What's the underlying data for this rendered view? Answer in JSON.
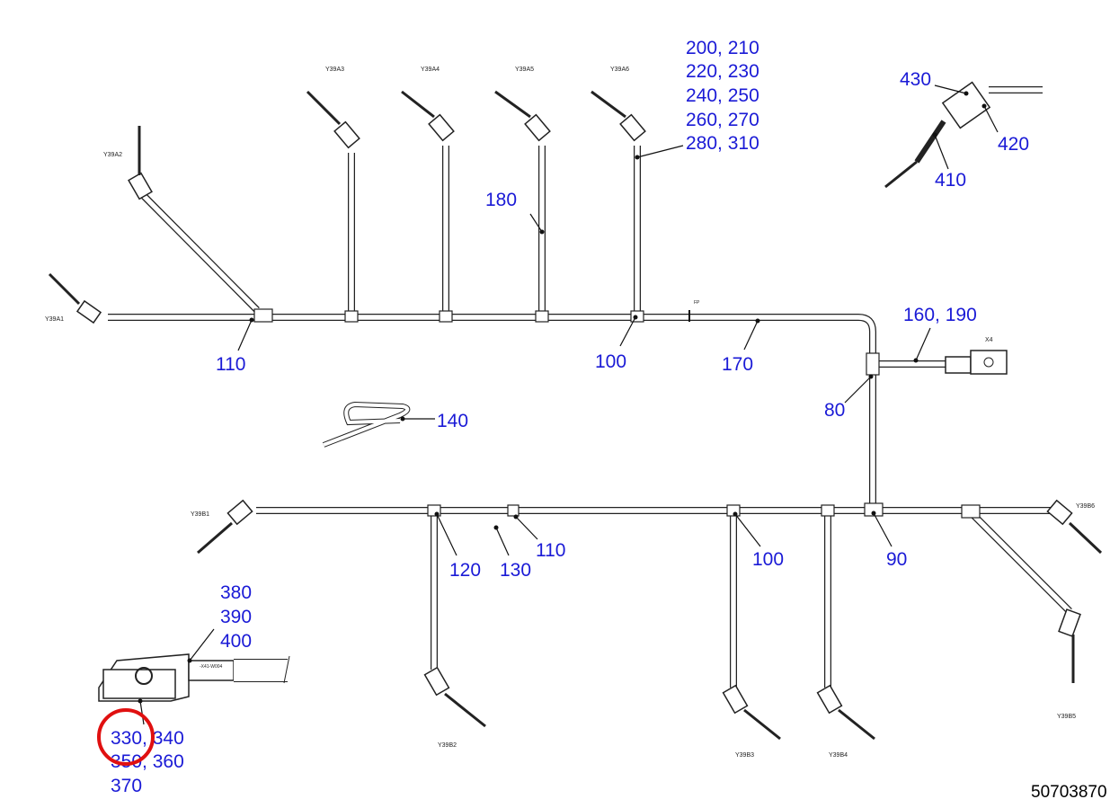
{
  "diagram": {
    "document_number": "50703870",
    "highlight_color": "#e01010",
    "label_color": "#1a1ad6",
    "connector_labels": {
      "y39a1": "Y39A1",
      "y39a2": "Y39A2",
      "y39a3": "Y39A3",
      "y39a4": "Y39A4",
      "y39a5": "Y39A5",
      "y39a6": "Y39A6",
      "y39b1": "Y39B1",
      "y39b2": "Y39B2",
      "y39b3": "Y39B3",
      "y39b4": "Y39B4",
      "y39b5": "Y39B5",
      "y39b6": "Y39B6",
      "x4": "X4",
      "fp": "FP",
      "x41": "-X41-W004"
    },
    "callouts": {
      "c200": "200, 210",
      "c220": "220, 230",
      "c240": "240, 250",
      "c260": "260, 270",
      "c280": "280, 310",
      "c430": "430",
      "c420": "420",
      "c410": "410",
      "c180": "180",
      "c110a": "110",
      "c100a": "100",
      "c170": "170",
      "c160": "160, 190",
      "c80": "80",
      "c140": "140",
      "c120": "120",
      "c130": "130",
      "c110b": "110",
      "c100b": "100",
      "c90": "90",
      "c380": "380",
      "c390": "390",
      "c400": "400",
      "c330": "330, 340",
      "c350": "350, 360",
      "c370": "370"
    }
  }
}
